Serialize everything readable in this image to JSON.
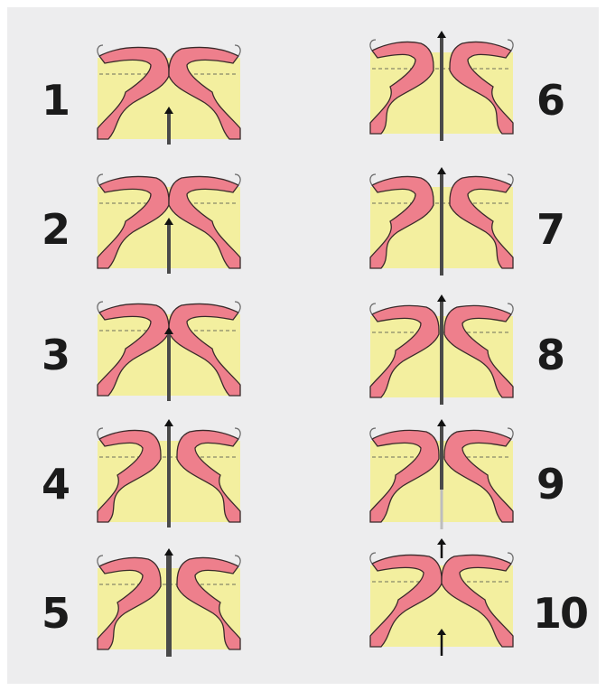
{
  "colors": {
    "background": "#ededee",
    "tissue": "#ee7f8c",
    "tissue_outline": "#3a2a2a",
    "fluid": "#f3ef9f",
    "fluid_line": "#9a9a72",
    "needle": "#4a4a4a",
    "needle_tip": "#111111",
    "label": "#1b1b1b"
  },
  "icon": "micro-injection-needle-stage",
  "stages": [
    {
      "label": "1"
    },
    {
      "label": "2"
    },
    {
      "label": "3"
    },
    {
      "label": "4"
    },
    {
      "label": "5"
    },
    {
      "label": "6"
    },
    {
      "label": "7"
    },
    {
      "label": "8"
    },
    {
      "label": "9"
    },
    {
      "label": "10"
    }
  ]
}
